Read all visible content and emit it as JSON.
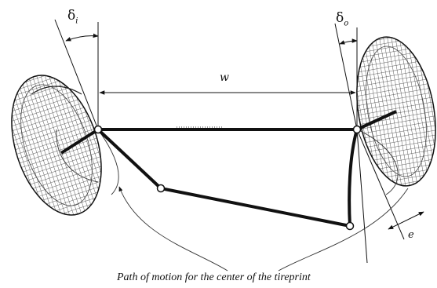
{
  "labels": {
    "delta_i": {
      "symbol": "δ",
      "sub": "i"
    },
    "delta_o": {
      "symbol": "δ",
      "sub": "o"
    },
    "track_width": "w",
    "offset": "e",
    "caption": "Path of motion for the center of the tireprint"
  },
  "colors": {
    "ink": "#111111",
    "background": "#ffffff"
  }
}
